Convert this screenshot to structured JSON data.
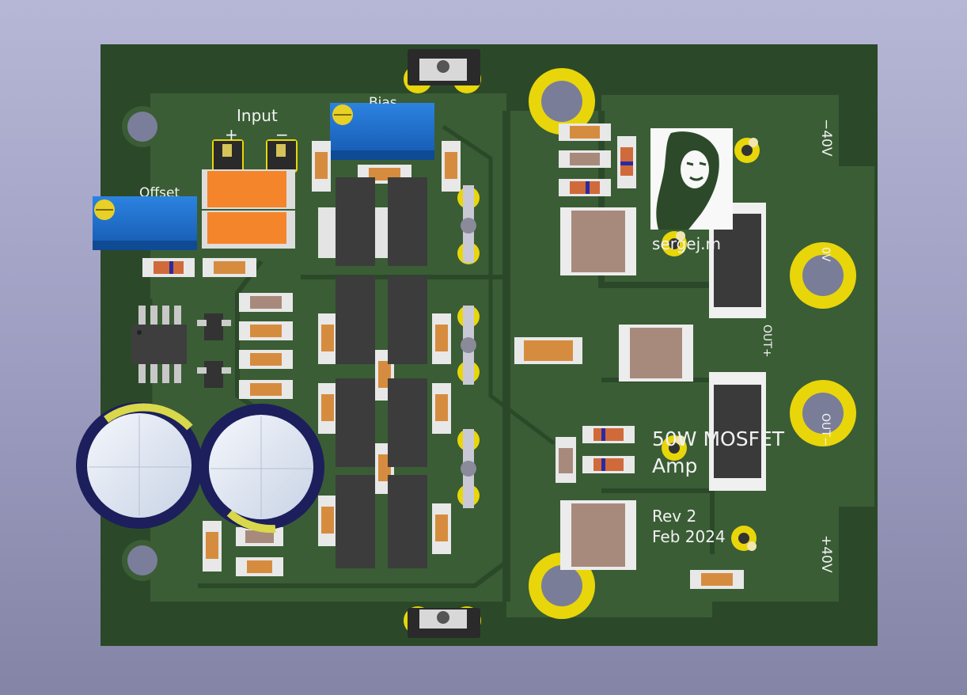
{
  "silkscreen": {
    "input_label": "Input",
    "input_plus": "+",
    "input_minus": "−",
    "offset_label": "Offset",
    "bias_label": "Bias",
    "title_line1": "50W MOSFET",
    "title_line2": "Amp",
    "rev": "Rev 2",
    "date": "Feb 2024",
    "website": "sergej.m",
    "neg_rail": "−40V",
    "zero_v": "0V",
    "out_plus": "OUT+",
    "out_minus": "OUT−",
    "pos_rail": "+40V"
  },
  "colors": {
    "board": "#2c4a2a",
    "copper": "#3b5e36",
    "pad_gold": "#e8d60a",
    "trimmer_blue": "#1b6ecf",
    "relay_orange": "#f58a2a",
    "ceramic_tan": "#a58a7a",
    "resistor_orange": "#d98c3c",
    "electrolytic_navy": "#1c1f5c"
  }
}
